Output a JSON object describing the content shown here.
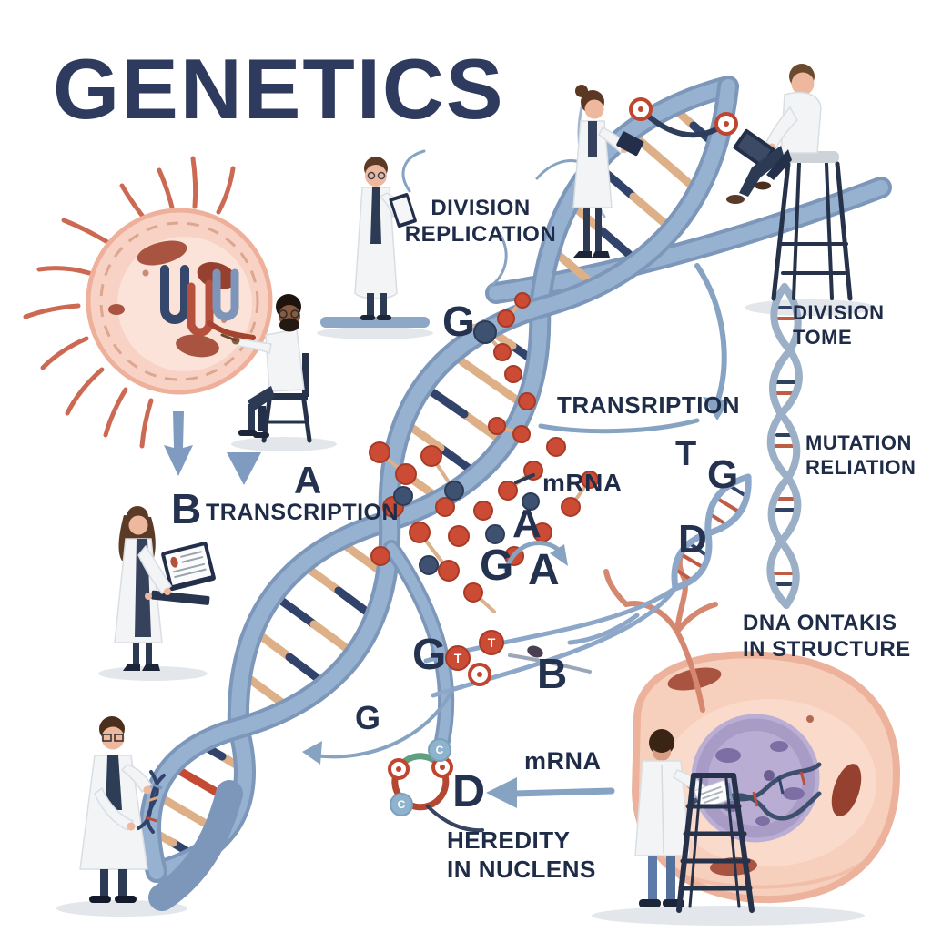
{
  "title": "GENETICS",
  "labels": {
    "division_replication_1": "DIVISION",
    "division_replication_2": "REPLICATION",
    "transription": "TRANSRIPTION",
    "division_tome_1": "DIVISION",
    "division_tome_2": "TOME",
    "mutation_1": "MUTATION",
    "mutation_2": "RELIATION",
    "dna_ontakis_1": "DNA ONTAKIS",
    "dna_ontakis_2": "IN STRUCTURE",
    "heredity_1": "HEREDITY",
    "heredity_2": "IN NUCLENS",
    "transcription_left": "TRANSCRIPTION",
    "mrna_center": "mRNA",
    "mrna_bottom": "mRNA"
  },
  "letters": {
    "g_top": "G",
    "a_left": "A",
    "b_left": "B",
    "a_mid_upper": "A",
    "g_mid": "G",
    "a_mid": "A",
    "g_lower": "G",
    "b_lower": "B",
    "g_bottom": "G",
    "d_bottom": "D",
    "t_right": "T",
    "g_right": "G",
    "d_right": "D"
  },
  "bead_labels": {
    "t1": "T",
    "t2": "T",
    "c_top": "C",
    "c_bottom": "C"
  },
  "colors": {
    "text_navy": "#22304e",
    "helix_blue": "#8aa5c6",
    "rung_tan": "#ddb088",
    "rung_navy": "#31436a",
    "accent_red": "#c44b33",
    "cell_pink": "#f8d2c4",
    "nucleus_purple": "#a89bc5",
    "plasmid_green": "#5f9e7e",
    "arrow_blue": "#87a3c2"
  }
}
